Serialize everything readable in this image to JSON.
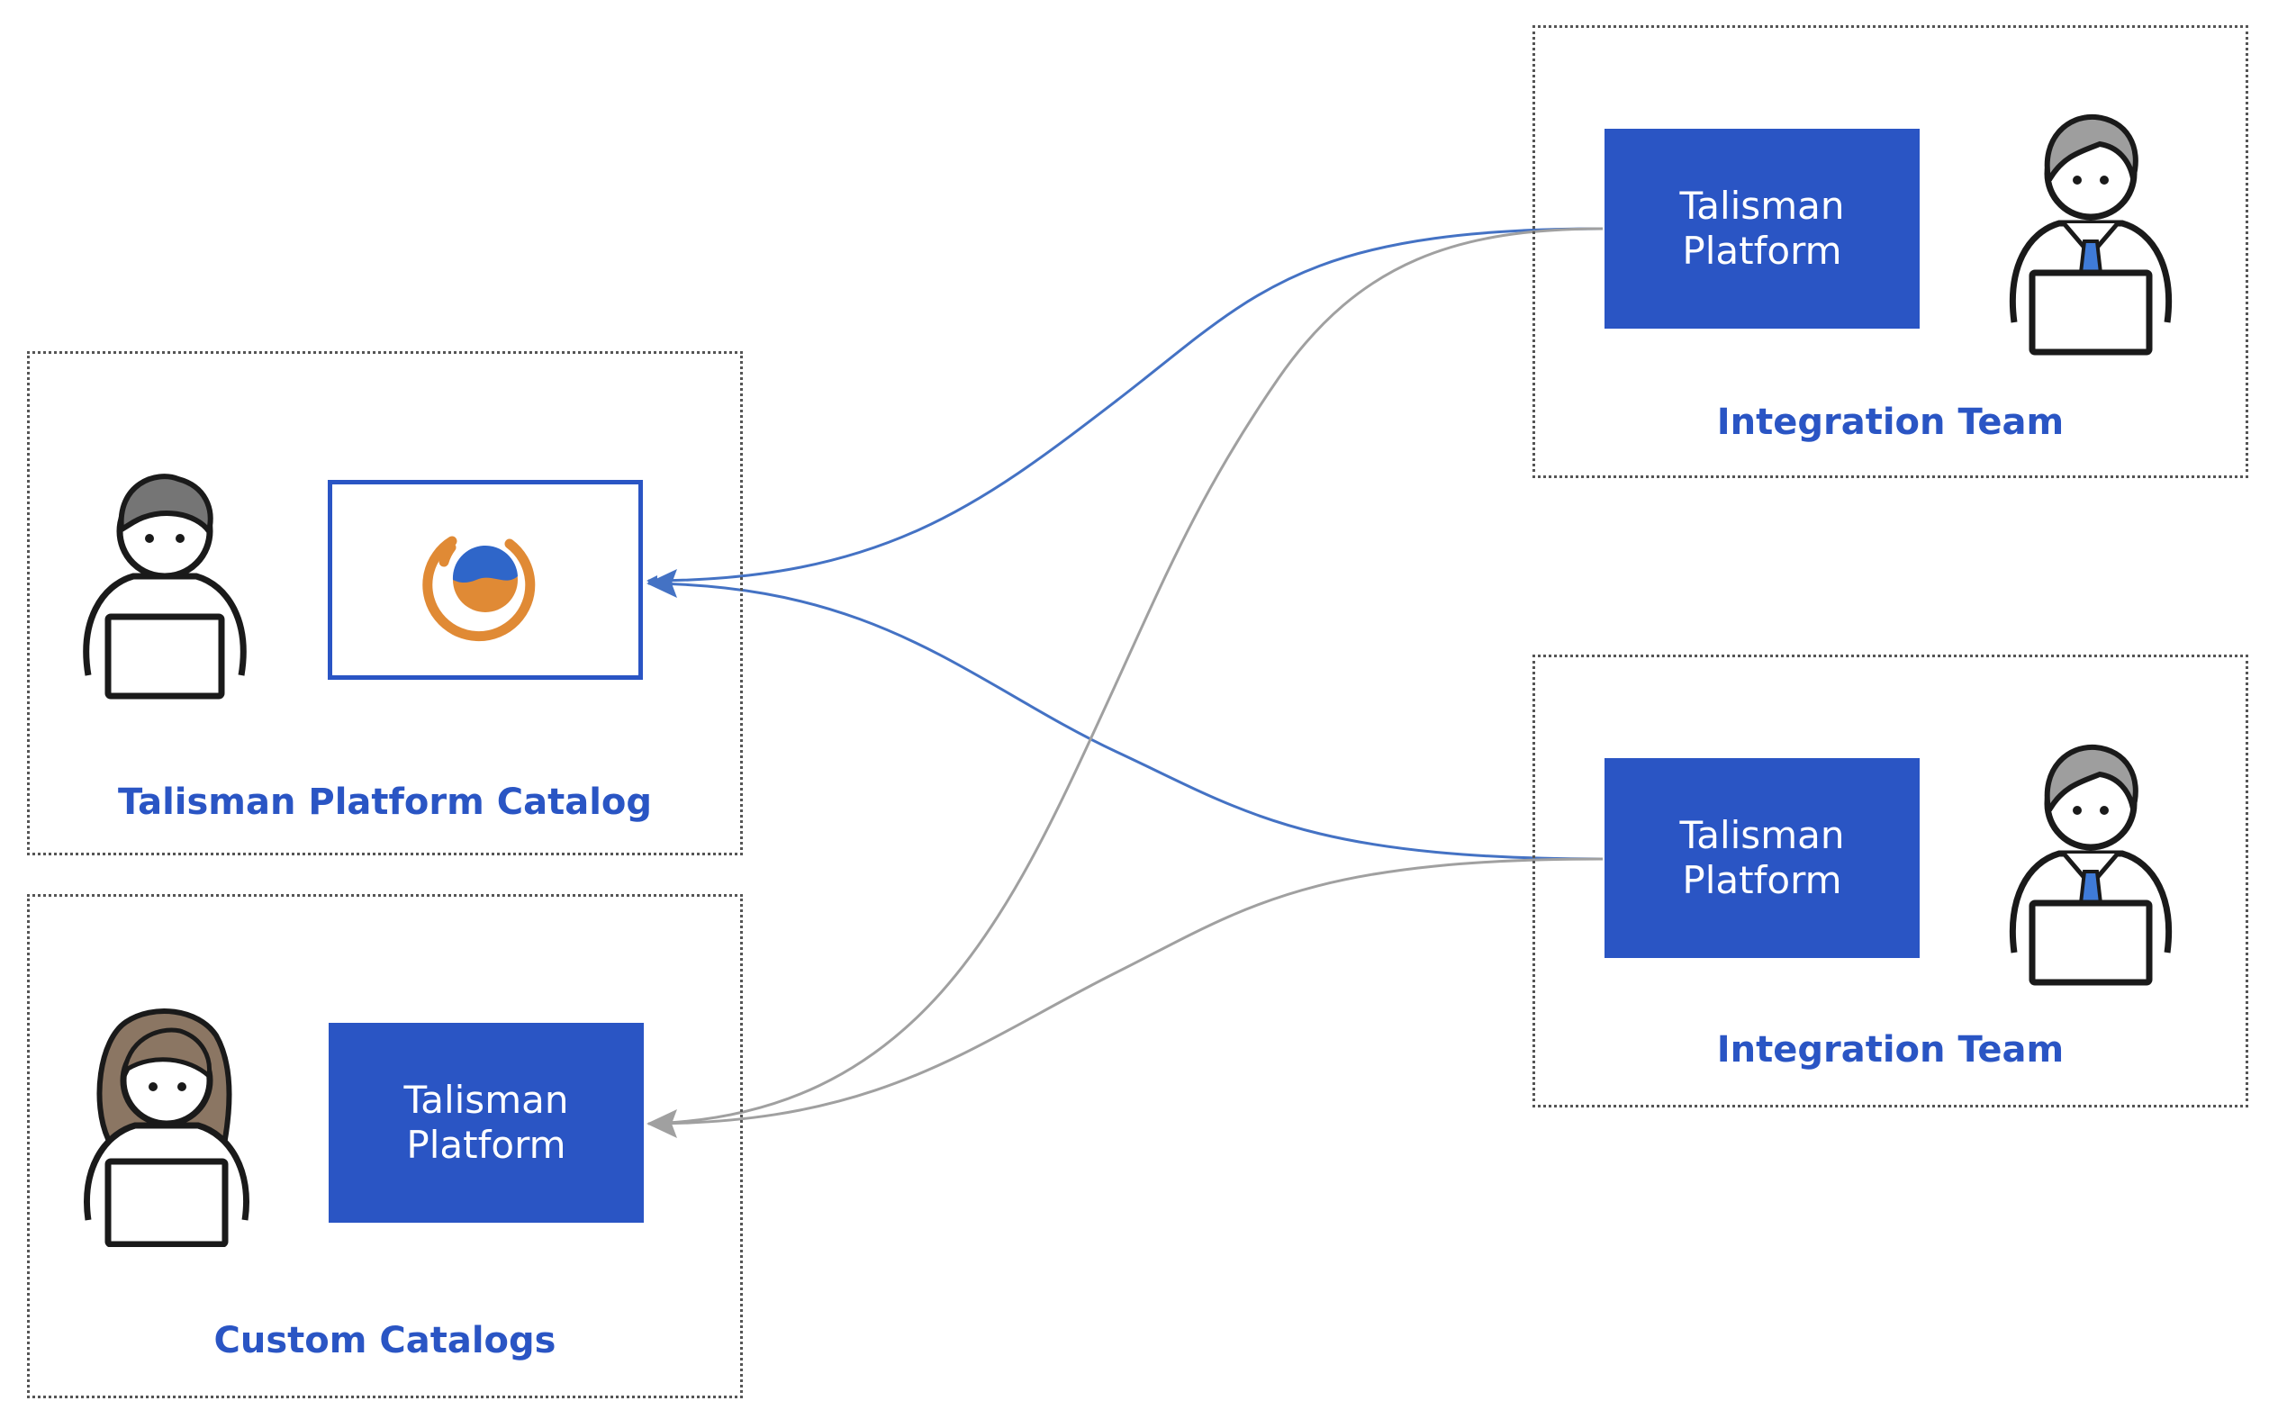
{
  "groups": {
    "catalog": {
      "label": "Talisman Platform Catalog"
    },
    "custom": {
      "label": "Custom Catalogs",
      "platform": [
        "Talisman",
        "Platform"
      ]
    },
    "team_top": {
      "label": "Integration Team",
      "platform": [
        "Talisman",
        "Platform"
      ]
    },
    "team_bottom": {
      "label": "Integration Team",
      "platform": [
        "Talisman",
        "Platform"
      ]
    }
  },
  "icons": {
    "catalog_logo": "talisman-logo-icon",
    "catalog_user": "user-laptop-icon",
    "custom_user": "user-laptop-icon",
    "team_top_user": "businessman-laptop-icon",
    "team_bottom_user": "businessman-laptop-icon"
  },
  "colors": {
    "brand_blue": "#2a55c4",
    "connector_blue": "#4472c4",
    "connector_gray": "#a0a0a0",
    "logo_orange": "#e08a35",
    "logo_blue": "#2f66c9"
  }
}
